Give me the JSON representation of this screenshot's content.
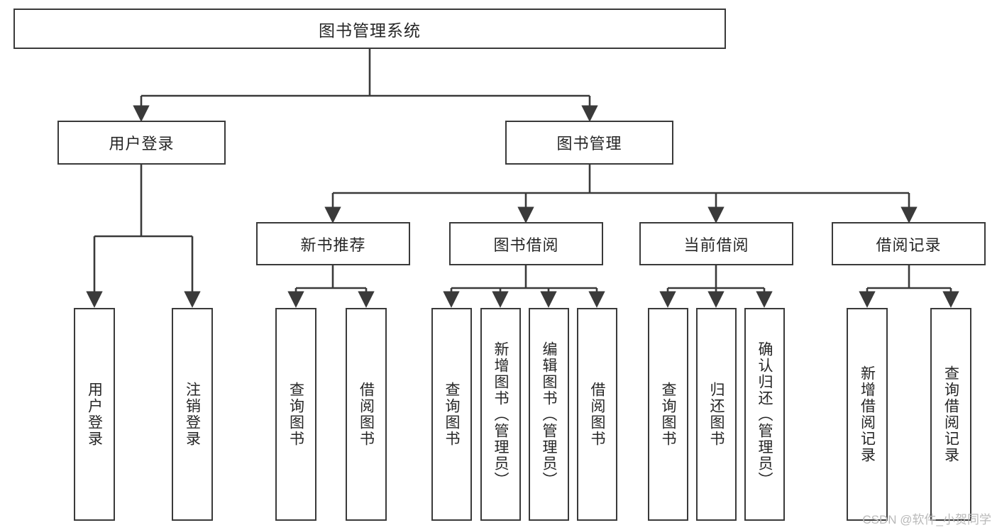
{
  "diagram": {
    "title": "图书管理系统",
    "type": "tree-hierarchy-diagram",
    "colors": {
      "box_border": "#3a3a3a",
      "box_fill": "#ffffff",
      "connector": "#3a3a3a",
      "text": "#262626",
      "watermark": "#b9b9b9",
      "background": "#ffffff"
    },
    "root": {
      "label": "图书管理系统"
    },
    "level2": [
      {
        "label": "用户登录"
      },
      {
        "label": "图书管理"
      }
    ],
    "level3": [
      {
        "label": "新书推荐"
      },
      {
        "label": "图书借阅"
      },
      {
        "label": "当前借阅"
      },
      {
        "label": "借阅记录"
      }
    ],
    "leaves": {
      "user_login": [
        {
          "label": "用户登录"
        },
        {
          "label": "注销登录"
        }
      ],
      "new_book_recommend": [
        {
          "label": "查询图书"
        },
        {
          "label": "借阅图书"
        }
      ],
      "book_borrow": [
        {
          "label": "查询图书"
        },
        {
          "label": "新增图书（管理员）"
        },
        {
          "label": "编辑图书（管理员）"
        },
        {
          "label": "借阅图书"
        }
      ],
      "current_borrow": [
        {
          "label": "查询图书"
        },
        {
          "label": "归还图书"
        },
        {
          "label": "确认归还（管理员）"
        }
      ],
      "borrow_record": [
        {
          "label": "新增借阅记录"
        },
        {
          "label": "查询借阅记录"
        }
      ]
    },
    "watermark": "CSDN @软件_小贺同学"
  }
}
